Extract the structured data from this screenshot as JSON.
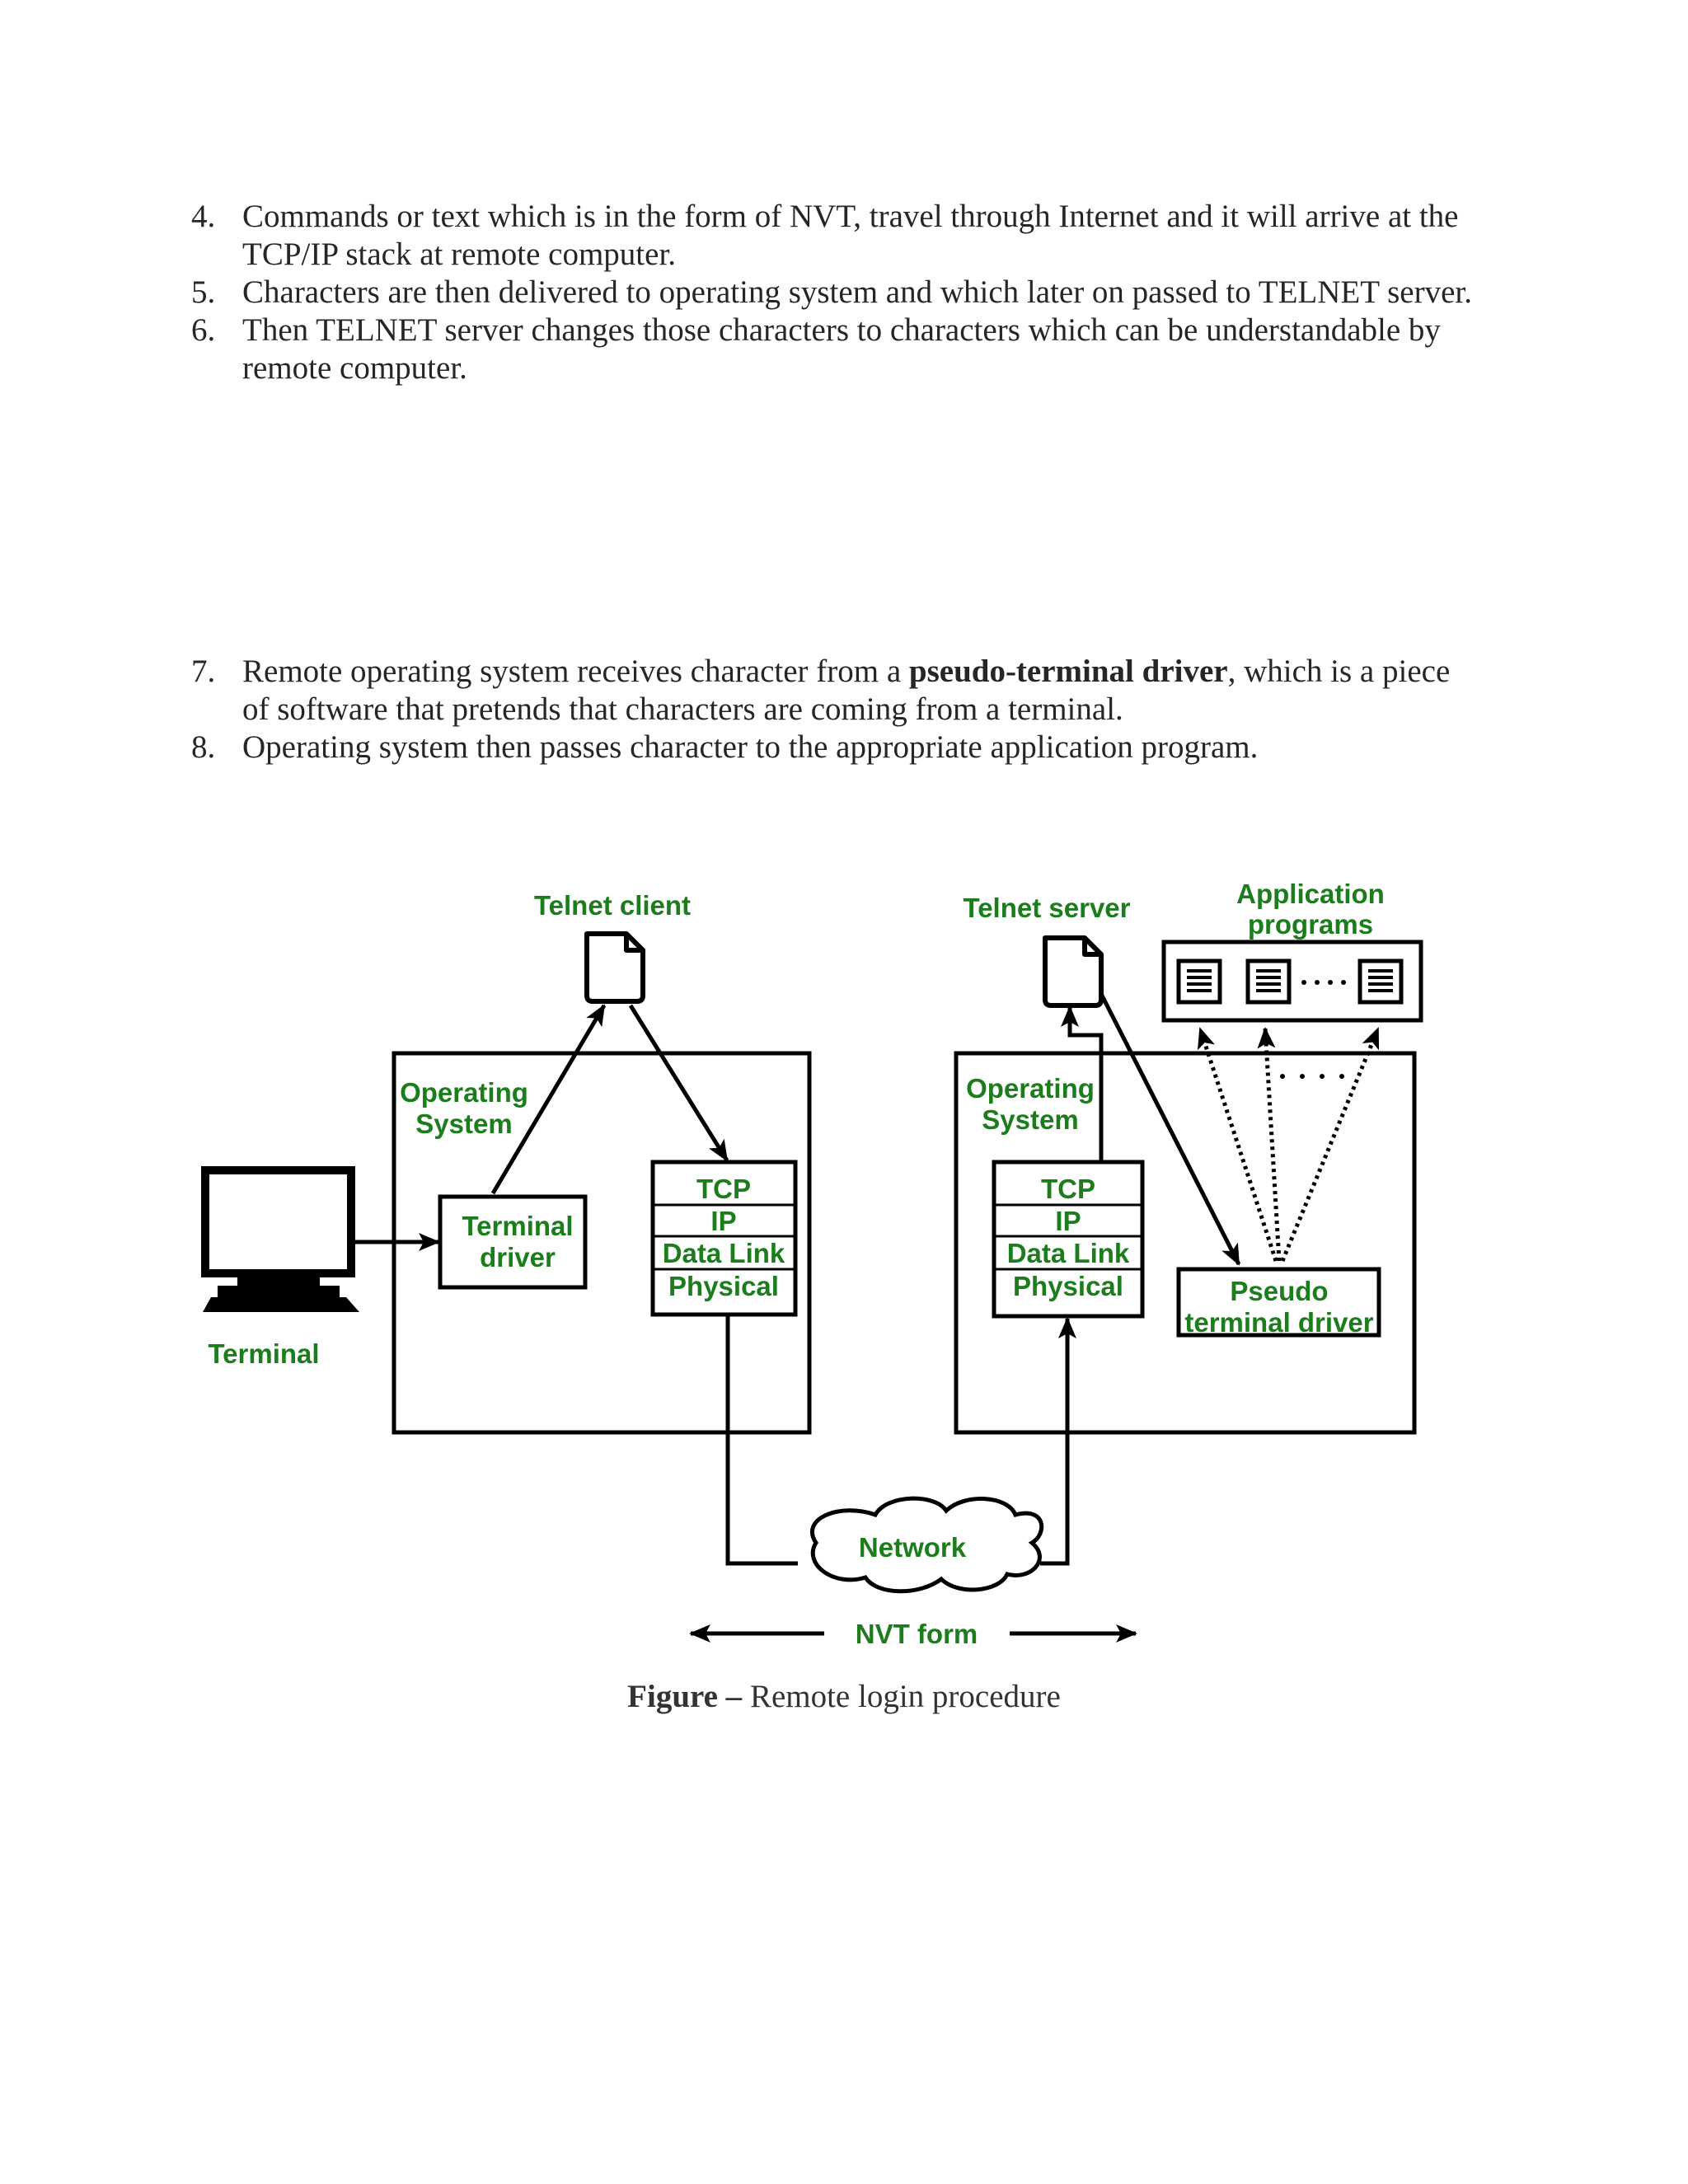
{
  "list_top": [
    {
      "n": "4",
      "text": "Commands or text which is in the form of NVT, travel through Internet and it will arrive at the TCP/IP stack at remote computer."
    },
    {
      "n": "5",
      "text": "Characters are then delivered to operating system and which later on passed to TELNET server."
    },
    {
      "n": "6",
      "text": "Then TELNET server changes those characters to characters which can be understandable by remote computer."
    }
  ],
  "list_bottom": [
    {
      "n": "7",
      "pre": "Remote operating system receives character from a ",
      "bold": "pseudo-terminal driver",
      "post": ", which is a piece of software that pretends that characters are coming from a terminal."
    },
    {
      "n": "8",
      "text": "Operating system then passes character to the appropriate application program."
    }
  ],
  "diagram": {
    "telnet_client": "Telnet client",
    "telnet_server": "Telnet server",
    "app_programs_1": "Application",
    "app_programs_2": "programs",
    "os_left_1": "Operating",
    "os_left_2": "System",
    "os_right_1": "Operating",
    "os_right_2": "System",
    "terminal_driver_1": "Terminal",
    "terminal_driver_2": "driver",
    "terminal": "Terminal",
    "stack_left": [
      "TCP",
      "IP",
      "Data Link",
      "Physical"
    ],
    "stack_right": [
      "TCP",
      "IP",
      "Data Link",
      "Physical"
    ],
    "pseudo_1": "Pseudo",
    "pseudo_2": "terminal driver",
    "network": "Network",
    "nvt_form": "NVT form",
    "label_color": "#1b7d1b"
  },
  "caption": {
    "bold": "Figure –",
    "text": " Remote login procedure"
  }
}
